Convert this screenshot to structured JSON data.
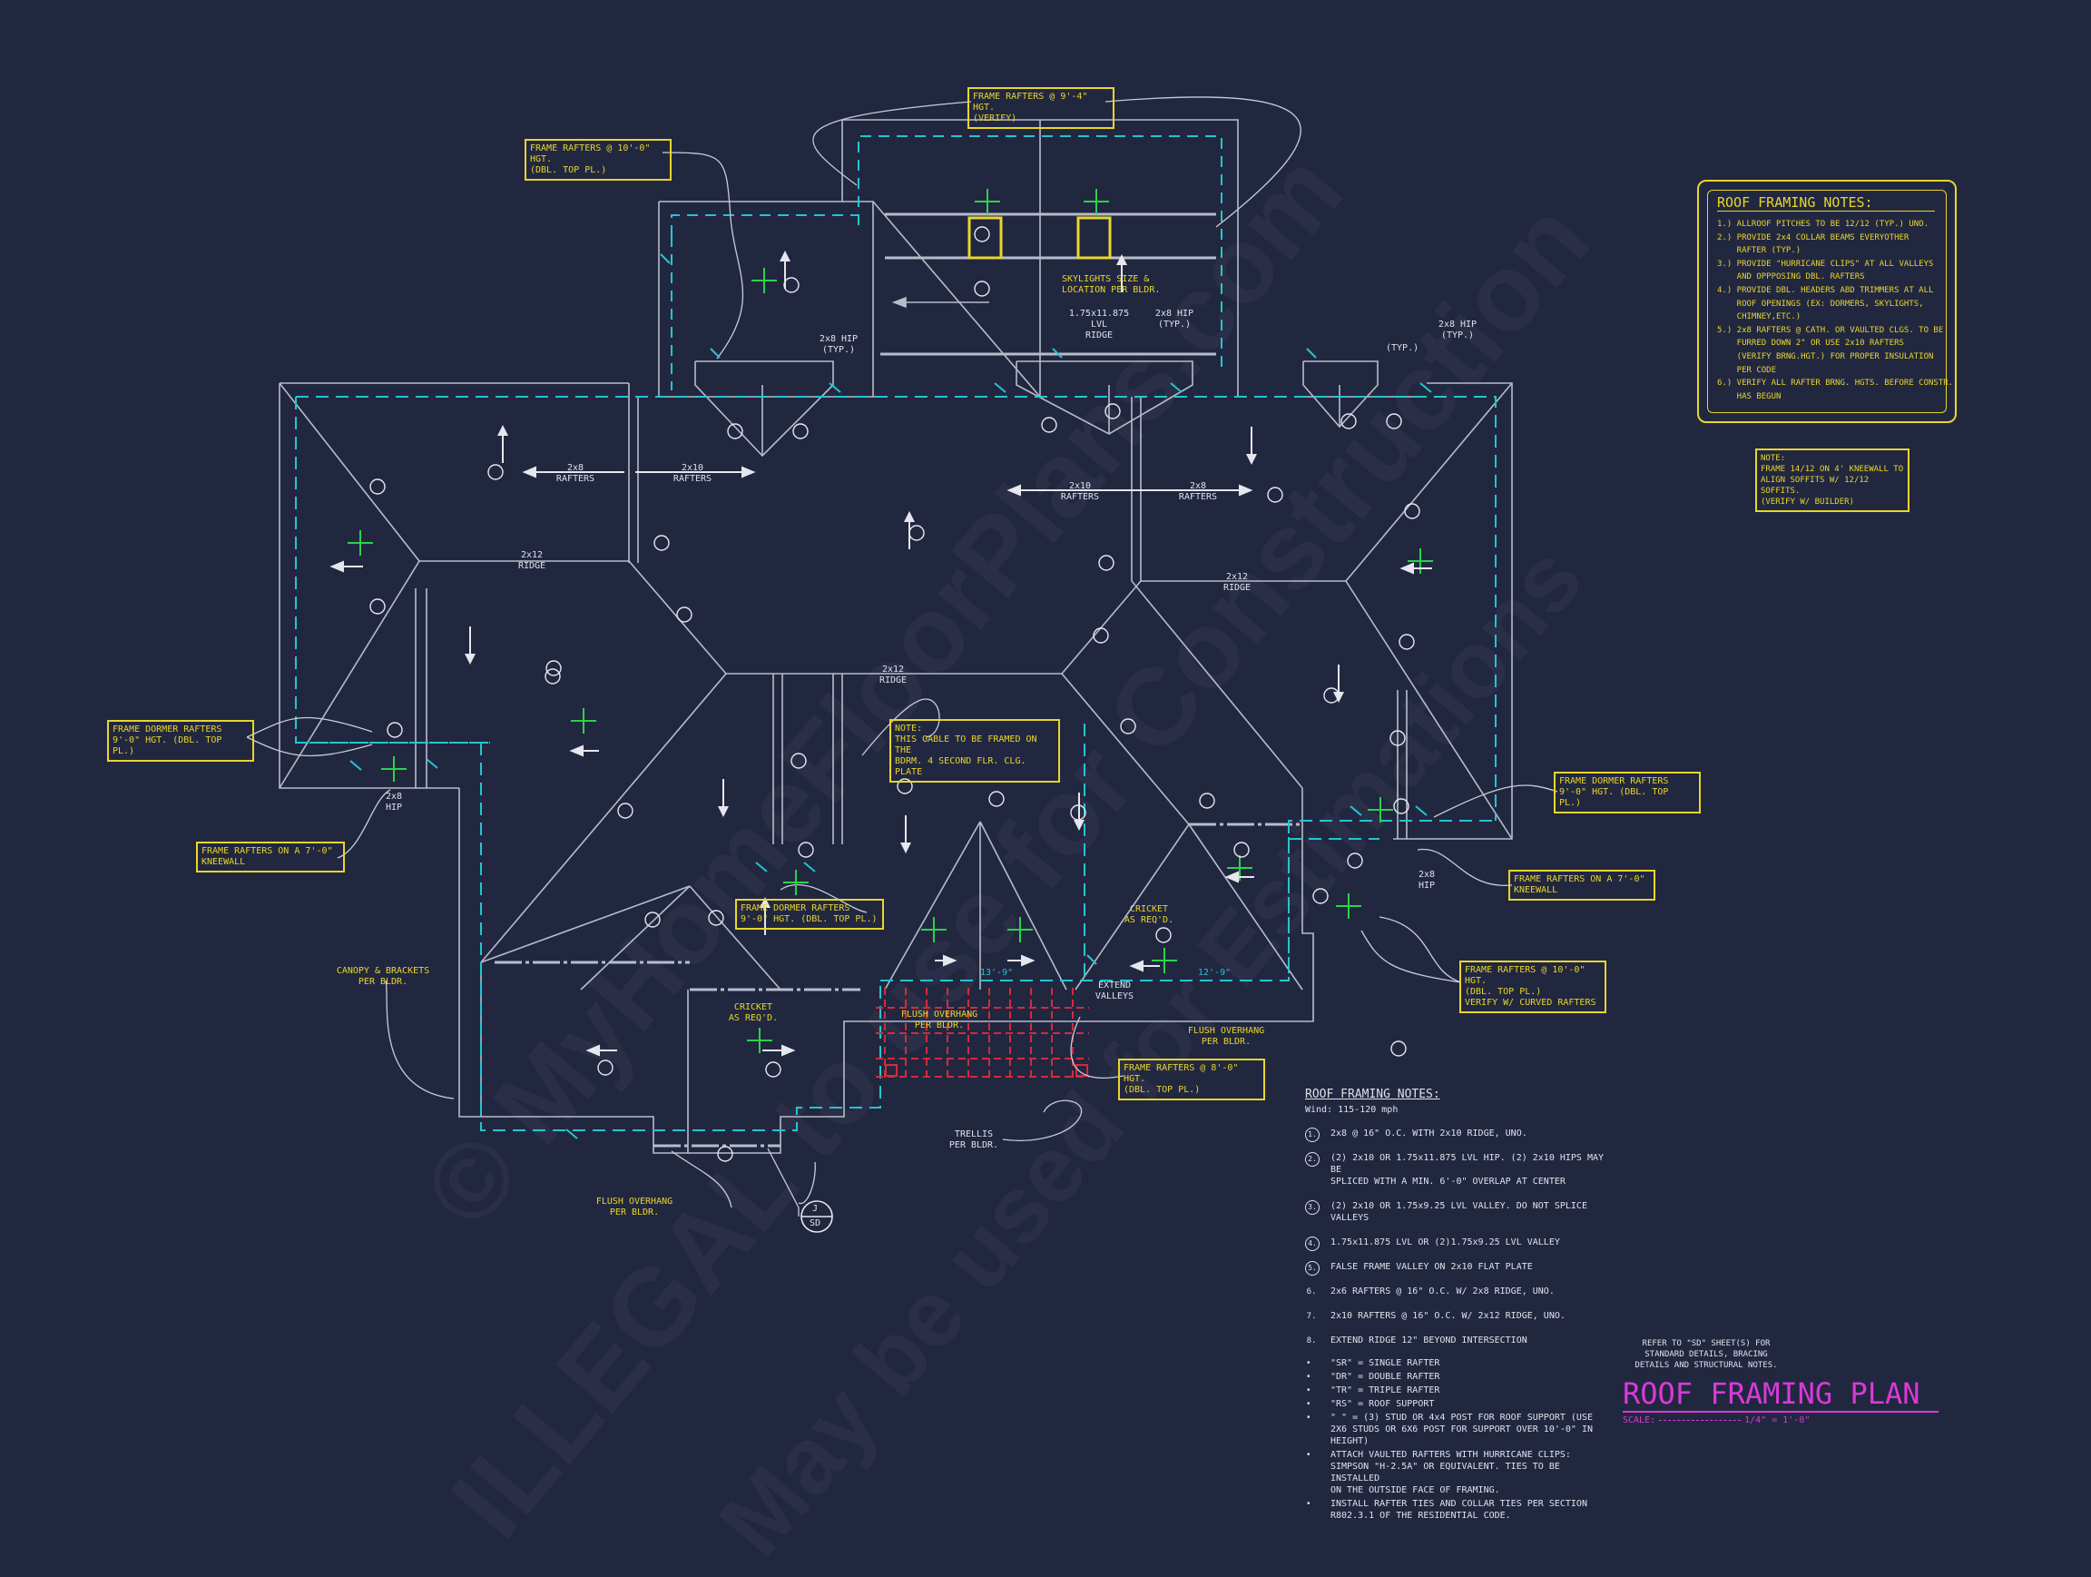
{
  "watermark": {
    "line1": "© MyHomeFloorPlans.com",
    "line2": "ILLEGAL to use for Construction",
    "line3": "May be used for Estimations"
  },
  "plan": {
    "title": "ROOF FRAMING PLAN",
    "scale_label": "SCALE:",
    "scale_value": "1/4\" = 1'-0\"",
    "refer_note": [
      "REFER TO \"SD\" SHEET(S) FOR",
      "STANDARD DETAILS, BRACING",
      "DETAILS AND STRUCTURAL NOTES."
    ],
    "section_tag": {
      "top": "J",
      "bottom": "SD"
    }
  },
  "notes_box": {
    "title": "ROOF FRAMING NOTES:",
    "lines": [
      "1.) ALLROOF PITCHES TO BE 12/12 (TYP.) UNO.",
      "2.) PROVIDE 2x4 COLLAR BEAMS EVERYOTHER",
      "    RAFTER (TYP.)",
      "3.) PROVIDE \"HURRICANE CLIPS\" AT ALL VALLEYS",
      "    AND OPPPOSING DBL. RAFTERS",
      "4.) PROVIDE DBL. HEADERS ABD TRIMMERS AT ALL",
      "    ROOF OPENINGS (EX: DORMERS, SKYLIGHTS,",
      "    CHIMNEY,ETC.)",
      "5.) 2x8 RAFTERS @ CATH. OR VAULTED CLGS. TO BE",
      "    FURRED DOWN 2\" OR USE 2x10 RAFTERS",
      "    (VERIFY BRNG.HGT.) FOR PROPER INSULATION",
      "    PER CODE",
      "6.) VERIFY ALL RAFTER BRNG. HGTS. BEFORE CONSTR.",
      "    HAS BEGUN"
    ]
  },
  "kneewall_note": [
    "NOTE:",
    "FRAME 14/12 ON 4' KNEEWALL TO",
    "ALIGN SOFFITS W/ 12/12 SOFFITS.",
    "(VERIFY W/ BUILDER)"
  ],
  "lower_notes": {
    "title": "ROOF FRAMING NOTES:",
    "wind": "Wind: 115-120 mph",
    "numbered": [
      {
        "n": "1.",
        "text": [
          "2x8 @ 16\" O.C. WITH 2x10 RIDGE, UNO."
        ]
      },
      {
        "n": "2.",
        "text": [
          "(2) 2x10 OR 1.75x11.875 LVL HIP. (2) 2x10 HIPS MAY BE",
          "SPLICED WITH A MIN. 6'-0\" OVERLAP AT CENTER"
        ]
      },
      {
        "n": "3.",
        "text": [
          "(2) 2x10 OR 1.75x9.25 LVL VALLEY. DO NOT SPLICE",
          "VALLEYS"
        ]
      },
      {
        "n": "4.",
        "text": [
          "1.75x11.875 LVL OR (2)1.75x9.25 LVL VALLEY"
        ]
      },
      {
        "n": "5.",
        "text": [
          "FALSE FRAME VALLEY ON 2x10 FLAT PLATE"
        ]
      },
      {
        "n": "6.",
        "text": [
          "2x6 RAFTERS @ 16\" O.C. W/ 2x8 RIDGE, UNO."
        ]
      },
      {
        "n": "7.",
        "text": [
          "2x10 RAFTERS @ 16\" O.C. W/ 2x12 RIDGE, UNO."
        ]
      },
      {
        "n": "8.",
        "text": [
          "EXTEND RIDGE 12\" BEYOND INTERSECTION"
        ]
      }
    ],
    "bullets": [
      "\"SR\"  = SINGLE RAFTER",
      "\"DR\"  = DOUBLE RAFTER",
      "\"TR\"  = TRIPLE RAFTER",
      "\"RS\"  = ROOF SUPPORT",
      "\" \" = (3) STUD OR 4x4 POST FOR ROOF SUPPORT (USE|2X6 STUDS OR 6X6 POST FOR SUPPORT OVER 10'-0\" IN|HEIGHT)",
      "ATTACH VAULTED RAFTERS WITH HURRICANE CLIPS:|SIMPSON \"H-2.5A\" OR EQUIVALENT. TIES TO BE INSTALLED|ON THE OUTSIDE FACE OF FRAMING.",
      "INSTALL RAFTER TIES AND COLLAR TIES PER SECTION|R802.3.1 OF THE RESIDENTIAL CODE."
    ]
  },
  "callouts": [
    {
      "id": "top-rafters-9-4",
      "lines": [
        "FRAME RAFTERS @ 9'-4\" HGT.",
        "(VERIFY)"
      ]
    },
    {
      "id": "rafters-10-0-left",
      "lines": [
        "FRAME RAFTERS @ 10'-0\" HGT.",
        "(DBL. TOP PL.)"
      ]
    },
    {
      "id": "dormer-left",
      "lines": [
        "FRAME DORMER RAFTERS",
        "9'-0\" HGT. (DBL. TOP PL.)"
      ]
    },
    {
      "id": "kneewall-left",
      "lines": [
        "FRAME RAFTERS ON A 7'-0\"",
        "KNEEWALL"
      ]
    },
    {
      "id": "gable-note",
      "lines": [
        "NOTE:",
        "THIS GABLE TO BE FRAMED ON THE",
        "BDRM. 4 SECOND FLR. CLG. PLATE"
      ]
    },
    {
      "id": "dormer-center",
      "lines": [
        "FRAME DORMER RAFTERS",
        "9'-0\" HGT. (DBL. TOP PL.)"
      ]
    },
    {
      "id": "dormer-right",
      "lines": [
        "FRAME DORMER RAFTERS",
        "9'-0\" HGT. (DBL. TOP PL.)"
      ]
    },
    {
      "id": "kneewall-right",
      "lines": [
        "FRAME RAFTERS ON A 7'-0\"",
        "KNEEWALL"
      ]
    },
    {
      "id": "rafters-10-0-right",
      "lines": [
        "FRAME RAFTERS @ 10'-0\" HGT.",
        "(DBL. TOP PL.)",
        "VERIFY W/ CURVED RAFTERS"
      ]
    },
    {
      "id": "rafters-8-0",
      "lines": [
        "FRAME RAFTERS @ 8'-0\" HGT.",
        "(DBL. TOP PL.)"
      ]
    }
  ],
  "yellow_labels": [
    {
      "id": "skylights",
      "lines": [
        "SKYLIGHTS SIZE &",
        "LOCATION PER BLDR."
      ]
    },
    {
      "id": "canopy",
      "lines": [
        "CANOPY & BRACKETS",
        "PER BLDR."
      ]
    },
    {
      "id": "cricket-left",
      "lines": [
        "CRICKET",
        "AS REQ'D."
      ]
    },
    {
      "id": "flush-overhang-1",
      "lines": [
        "FLUSH OVERHANG",
        "PER BLDR."
      ]
    },
    {
      "id": "cricket-right",
      "lines": [
        "CRICKET",
        "AS REQ'D."
      ]
    },
    {
      "id": "flush-overhang-2",
      "lines": [
        "FLUSH OVERHANG",
        "PER BLDR."
      ]
    },
    {
      "id": "flush-overhang-3",
      "lines": [
        "FLUSH OVERHANG",
        "PER BLDR."
      ]
    }
  ],
  "white_labels": [
    {
      "id": "ridge-lvl",
      "lines": [
        "1.75x11.875 LVL",
        "RIDGE"
      ]
    },
    {
      "id": "hip-top-left",
      "lines": [
        "2x8 HIP",
        "(TYP.)"
      ]
    },
    {
      "id": "hip-top-mid",
      "lines": [
        "2x8 HIP",
        "(TYP.)"
      ]
    },
    {
      "id": "hip-top-right",
      "lines": [
        "2x8 HIP",
        "(TYP.)"
      ]
    },
    {
      "id": "typ-top-right",
      "lines": [
        "(TYP.)"
      ]
    },
    {
      "id": "rafters-2x8-left",
      "lines": [
        "2x8",
        "RAFTERS"
      ]
    },
    {
      "id": "rafters-2x10-left",
      "lines": [
        "2x10",
        "RAFTERS"
      ]
    },
    {
      "id": "rafters-2x10-right",
      "lines": [
        "2x10",
        "RAFTERS"
      ]
    },
    {
      "id": "rafters-2x8-right",
      "lines": [
        "2x8",
        "RAFTERS"
      ]
    },
    {
      "id": "ridge-left",
      "lines": [
        "2x12",
        "RIDGE"
      ]
    },
    {
      "id": "ridge-right",
      "lines": [
        "2x12",
        "RIDGE"
      ]
    },
    {
      "id": "ridge-center",
      "lines": [
        "2x12",
        "RIDGE"
      ]
    },
    {
      "id": "hip-left-dormer",
      "lines": [
        "2x8",
        "HIP"
      ]
    },
    {
      "id": "hip-right-dormer",
      "lines": [
        "2x8",
        "HIP"
      ]
    },
    {
      "id": "extend-valleys",
      "lines": [
        "EXTEND",
        "VALLEYS"
      ]
    },
    {
      "id": "trellis",
      "lines": [
        "TRELLIS",
        "PER BLDR."
      ]
    },
    {
      "id": "dim-13-9",
      "lines": [
        "13'-9\""
      ]
    },
    {
      "id": "dim-12-9",
      "lines": [
        "12'-9\""
      ]
    }
  ]
}
